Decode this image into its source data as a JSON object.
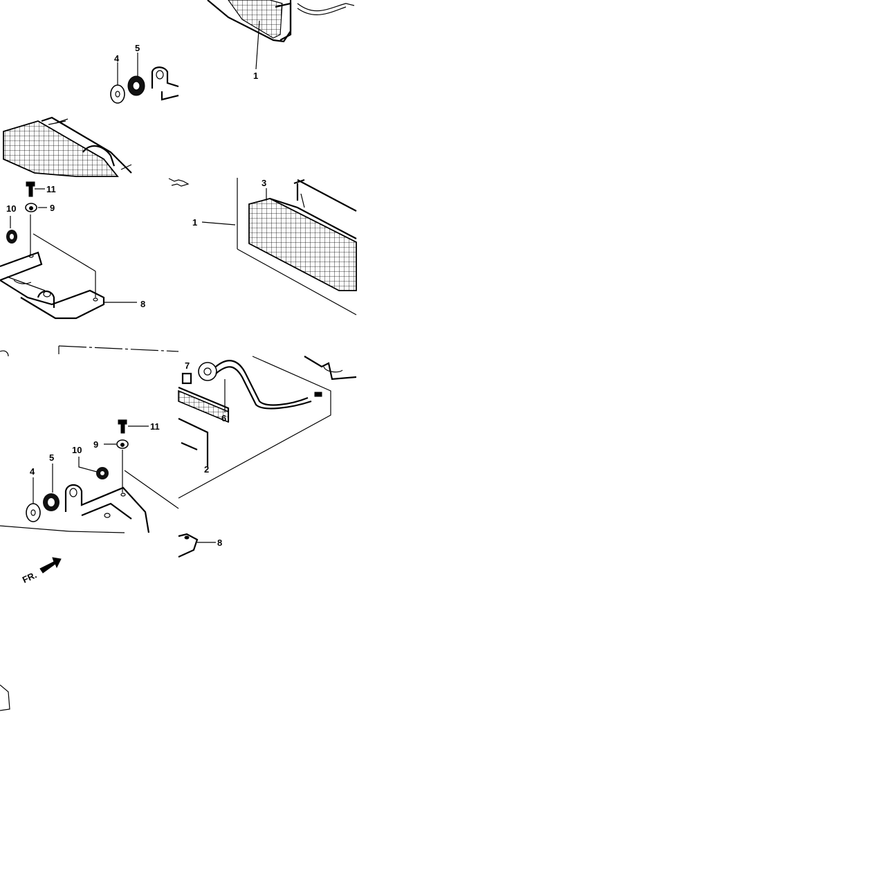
{
  "diagram": {
    "callouts": [
      "1",
      "4",
      "5",
      "11",
      "9",
      "10",
      "8",
      "1",
      "3",
      "7",
      "6",
      "2",
      "11",
      "9",
      "10",
      "5",
      "4",
      "8"
    ],
    "front_arrow_label": "FR."
  },
  "colors": {
    "ink": "#000000",
    "paper": "#ffffff"
  },
  "icons": [
    "front-direction-arrow-icon"
  ]
}
